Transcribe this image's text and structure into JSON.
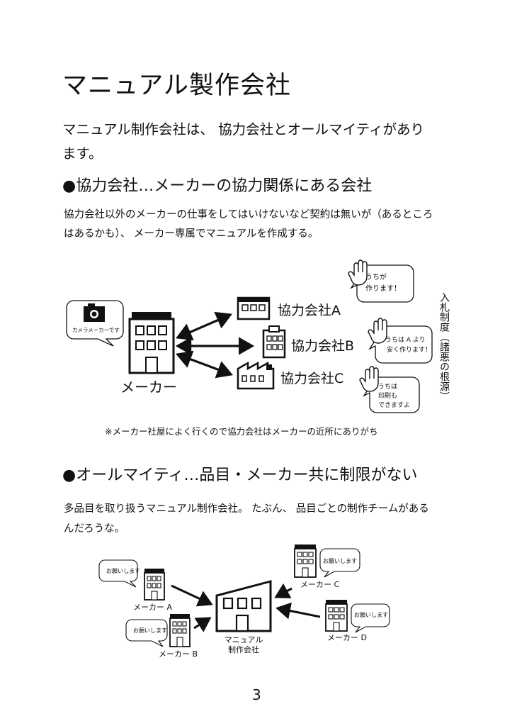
{
  "page": {
    "title": "マニュアル製作会社",
    "intro_line1": "マニュアル制作会社は、 協力会社とオールマイティがあり",
    "intro_line2": "ます。",
    "section1": {
      "heading": "●協力会社…メーカーの協力関係にある会社",
      "body_line1": "協力会社以外のメーカーの仕事をしてはいけないなど契約は無いが（あるところ",
      "body_line2": "はあるかも）、 メーカー専属でマニュアルを作成する。"
    },
    "diagram1": {
      "maker_label": "メーカー",
      "maker_bubble": "カメラメーカーです",
      "company_a": "協力会社A",
      "company_b": "協力会社B",
      "company_c": "協力会社C",
      "bubble_a_line1": "うちが",
      "bubble_a_line2": "作ります！",
      "bubble_b_line1": "うちは A より",
      "bubble_b_line2": "安く作ります！",
      "bubble_c_line1": "うちは",
      "bubble_c_line2": "印刷も",
      "bubble_c_line3": "できますよ",
      "side_label": "入札制度（諸悪の根源）",
      "note": "※メーカー社屋によく行くので協力会社はメーカーの近所にありがち"
    },
    "section2": {
      "heading": "●オールマイティ…品目・メーカー共に制限がない",
      "body_line1": "多品目を取り扱うマニュアル制作会社。 たぶん、 品目ごとの制作チームがある",
      "body_line2": "んだろうな。"
    },
    "diagram2": {
      "center_line1": "マニュアル",
      "center_line2": "制作会社",
      "maker_a": "メーカー A",
      "maker_b": "メーカー B",
      "maker_c": "メーカー C",
      "maker_d": "メーカー D",
      "bubble": "お願いします"
    },
    "page_number": "3"
  }
}
